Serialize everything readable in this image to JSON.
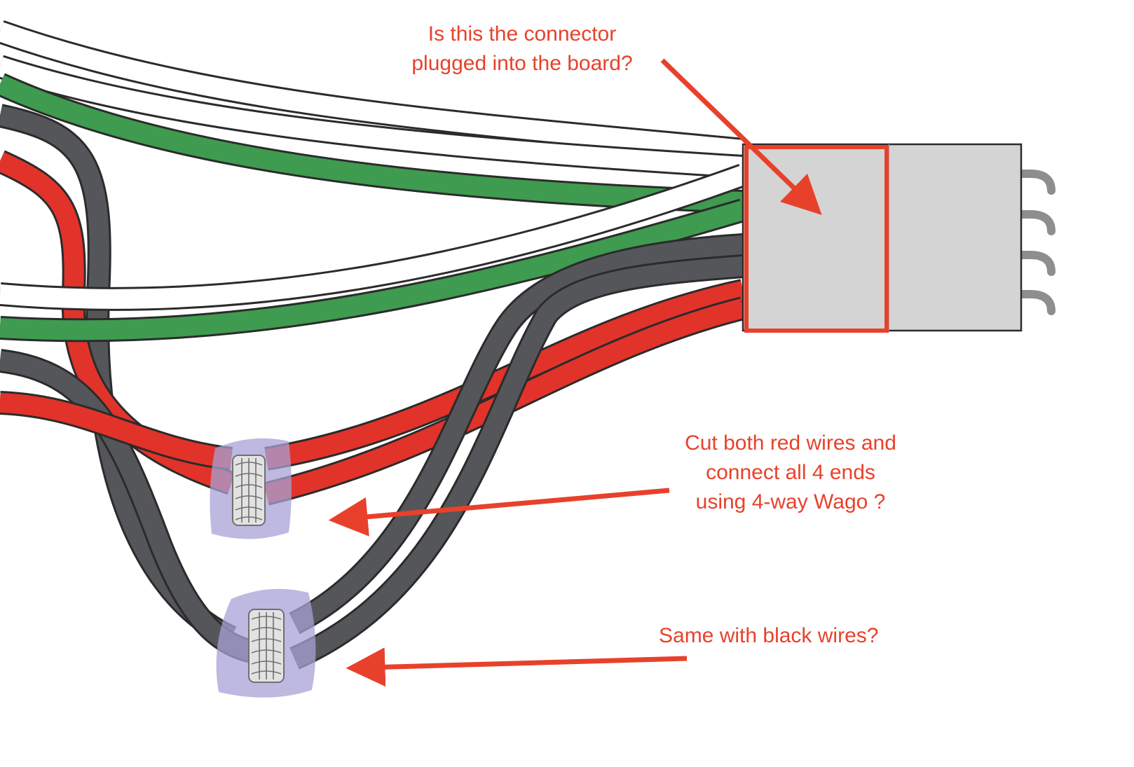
{
  "colors": {
    "annotation": "#E8412B",
    "wire_white": "#ffffff",
    "wire_green": "#3E9B4F",
    "wire_red": "#E2332A",
    "wire_black": "#55565A",
    "outline": "#2B2B2B",
    "connector_body": "#D4D4D4",
    "pin": "#8E8E8E",
    "wago": "#A7A1D6",
    "coil": "#E2E2E2"
  },
  "annotations": {
    "connector_question": {
      "lines": [
        "Is this the connector",
        "plugged into the board?"
      ]
    },
    "red_wires_question": {
      "lines": [
        "Cut both red wires and",
        "connect all 4 ends",
        "using 4-way Wago ?"
      ]
    },
    "black_wires_question": {
      "lines": [
        "Same with black wires?"
      ]
    }
  },
  "diagram": {
    "connector_pins": 4,
    "splice_connectors": [
      "red-splice",
      "black-splice"
    ]
  }
}
